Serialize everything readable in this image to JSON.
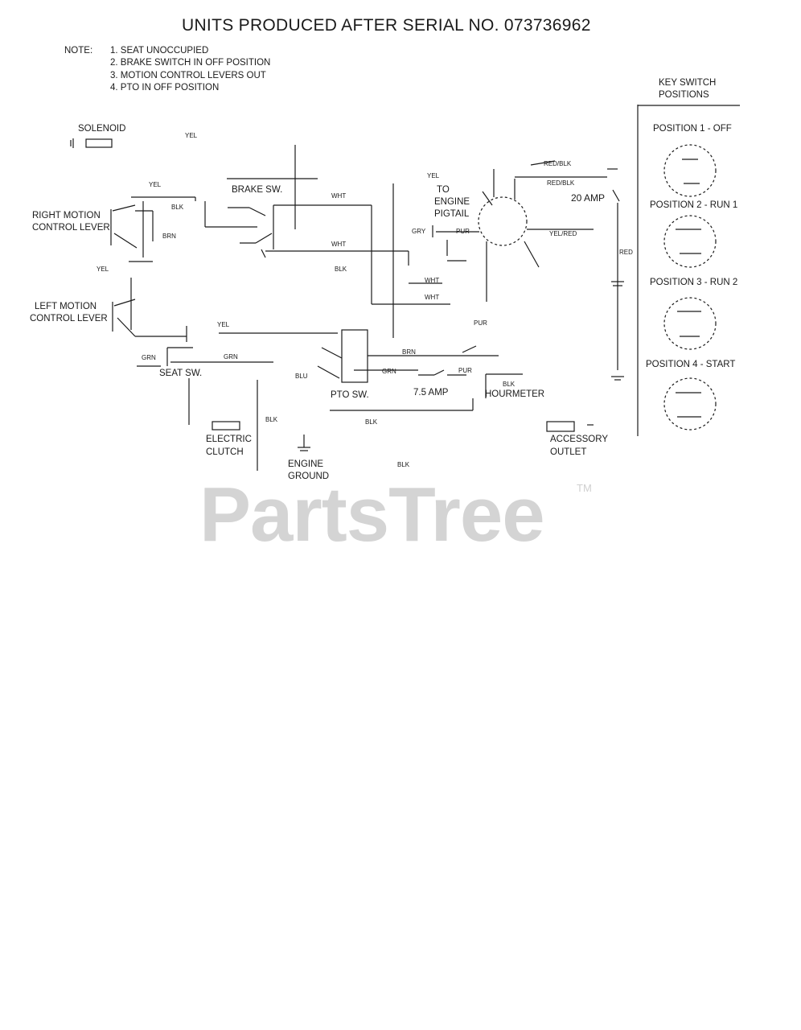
{
  "title": "UNITS PRODUCED AFTER SERIAL NO. 073736962",
  "note": {
    "label": "NOTE:",
    "items": [
      "1. SEAT UNOCCUPIED",
      "2. BRAKE SWITCH IN OFF POSITION",
      "3. MOTION CONTROL LEVERS OUT",
      "4. PTO IN OFF POSITION"
    ]
  },
  "components": {
    "solenoid": "SOLENOID",
    "brake_sw": "BRAKE SW.",
    "right_lever_1": "RIGHT MOTION",
    "right_lever_2": "CONTROL LEVER",
    "left_lever_1": "LEFT MOTION",
    "left_lever_2": "CONTROL LEVER",
    "seat_sw": "SEAT SW.",
    "pto_sw": "PTO SW.",
    "fuse_75": "7.5 AMP",
    "hourmeter": "HOURMETER",
    "clutch_1": "ELECTRIC",
    "clutch_2": "CLUTCH",
    "ground_1": "ENGINE",
    "ground_2": "GROUND",
    "engine_1": "TO",
    "engine_2": "ENGINE",
    "engine_3": "PIGTAIL",
    "fuse_20": "20 AMP",
    "outlet_1": "ACCESSORY",
    "outlet_2": "OUTLET"
  },
  "wires": {
    "yel_solenoid": "YEL",
    "yel_top": "YEL",
    "blk_right": "BLK",
    "brn_right": "BRN",
    "yel_lever": "YEL",
    "wht_1": "WHT",
    "wht_2": "WHT",
    "blk_brake": "BLK",
    "yel_engine": "YEL",
    "gry": "GRY",
    "pur_engine": "PUR",
    "red_blk_1": "RED/BLK",
    "red_blk_2": "RED/BLK",
    "yel_red": "YEL/RED",
    "red": "RED",
    "wht_3": "WHT",
    "wht_4": "WHT",
    "pur_mid": "PUR",
    "yel_pto": "YEL",
    "grn_seat1": "GRN",
    "grn_seat2": "GRN",
    "brn_pto": "BRN",
    "grn_pto": "GRN",
    "pur_fuse": "PUR",
    "blk_hour": "BLK",
    "blu": "BLU",
    "blk_clutch": "BLK",
    "blk_pto": "BLK",
    "blk_bottom": "BLK"
  },
  "key_switch": {
    "header_1": "KEY SWITCH",
    "header_2": "POSITIONS",
    "positions": [
      "POSITION 1 - OFF",
      "POSITION 2 - RUN 1",
      "POSITION 3 - RUN 2",
      "POSITION 4 - START"
    ]
  },
  "watermark": {
    "text": "PartsTree",
    "tm": "TM"
  }
}
